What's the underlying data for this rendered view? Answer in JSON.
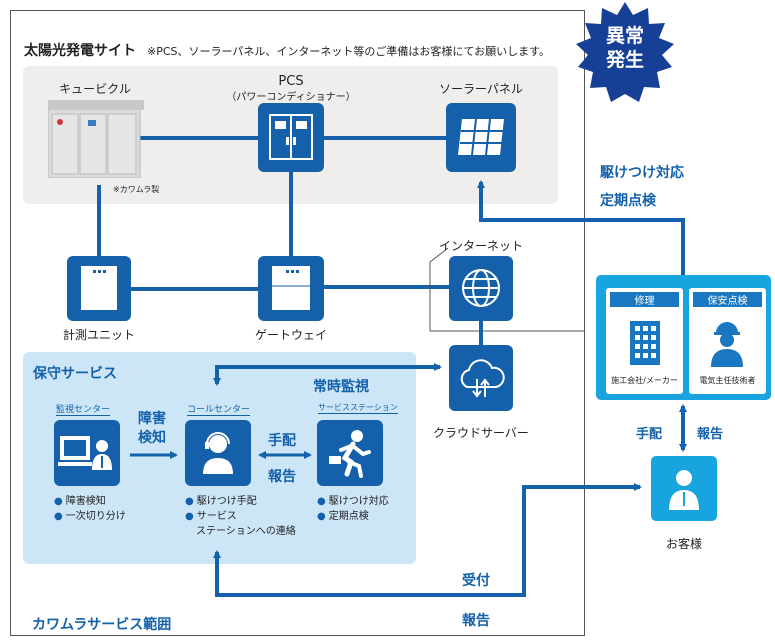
{
  "badge": {
    "line1": "異常",
    "line2": "発生"
  },
  "site": {
    "title": "太陽光発電サイト",
    "note": "※PCS、ソーラーパネル、インターネット等のご準備はお客様にてお願いします。",
    "cubicle_label": "キュービクル",
    "cubicle_note": "※カワムラ製",
    "pcs_label": "PCS",
    "pcs_sub": "（パワーコンディショナー）",
    "solar_label": "ソーラーパネル"
  },
  "nodes": {
    "keisoku": "計測ユニット",
    "gateway": "ゲートウェイ",
    "internet": "インターネット",
    "cloud": "クラウドサーバー"
  },
  "hoshu": {
    "title": "保守サービス",
    "kanshi_center": "監視センター",
    "call_center": "コールセンター",
    "service_station": "サービスステーション",
    "shogai_kenchi_1": "障害",
    "shogai_kenchi_2": "検知",
    "tehai": "手配",
    "hokoku": "報告",
    "joji_kanshi": "常時監視",
    "kanshi_bullets": [
      "障害検知",
      "一次切り分け"
    ],
    "call_bullets": [
      "駆けつけ手配",
      "サービス",
      "ステーションへの連絡"
    ],
    "station_bullets": [
      "駆けつけ対応",
      "定期点検"
    ]
  },
  "right": {
    "kaketsuke": "駆けつけ対応",
    "teiki": "定期点検",
    "repair_head": "修理",
    "repair_cap": "施工会社/メーカー",
    "safety_head": "保安点検",
    "safety_cap": "電気主任技術者",
    "tehai": "手配",
    "hokoku": "報告",
    "customer": "お客様"
  },
  "bottom": {
    "uketsuke": "受付",
    "hokoku": "報告",
    "scope": "カワムラサービス範囲"
  },
  "colors": {
    "blue": "#1560ab",
    "light_blue": "#18a4df",
    "panel_blue": "#cde6f7"
  }
}
